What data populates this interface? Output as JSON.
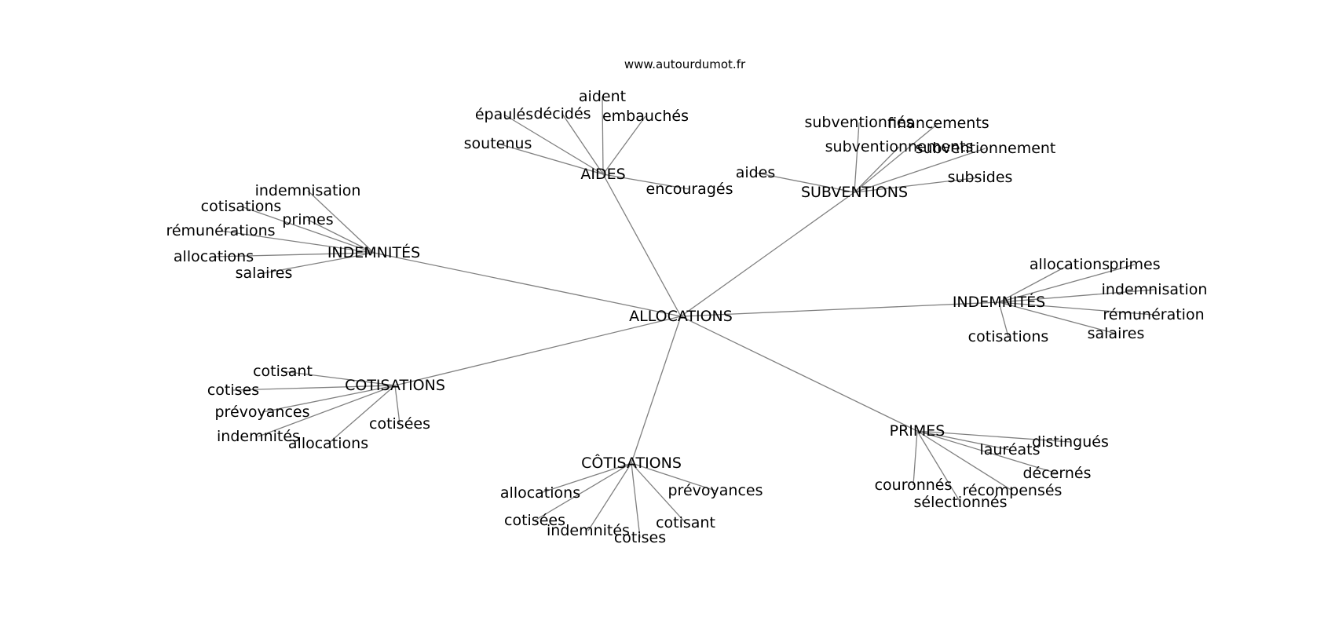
{
  "site": "www.autourdumot.fr",
  "center": "ALLOCATIONS",
  "clusters": [
    {
      "id": "aides",
      "label": "AIDES",
      "words": [
        "aident",
        "épaulés",
        "décidés",
        "embauchés",
        "soutenus",
        "encouragés"
      ]
    },
    {
      "id": "subventions",
      "label": "SUBVENTIONS",
      "words": [
        "subventionnés",
        "financements",
        "subventionnements",
        "subventionnement",
        "aides",
        "subsides"
      ]
    },
    {
      "id": "indemnites-left",
      "label": "INDEMNITÉS",
      "words": [
        "indemnisation",
        "cotisations",
        "primes",
        "rémunérations",
        "allocations",
        "salaires"
      ]
    },
    {
      "id": "indemnites-right",
      "label": "INDEMNITÉS",
      "words": [
        "allocations",
        "primes",
        "indemnisation",
        "rémunération",
        "cotisations",
        "salaires"
      ]
    },
    {
      "id": "cotisations-left",
      "label": "COTISATIONS",
      "words": [
        "cotisant",
        "cotises",
        "prévoyances",
        "indemnités",
        "allocations",
        "cotisées"
      ]
    },
    {
      "id": "cotisations-bottom",
      "label": "CÔTISATIONS",
      "words": [
        "allocations",
        "prévoyances",
        "cotisées",
        "indemnités",
        "cotises",
        "cotisant"
      ]
    },
    {
      "id": "primes",
      "label": "PRIMES",
      "words": [
        "distingués",
        "lauréats",
        "décernés",
        "couronnés",
        "récompensés",
        "sélectionnés"
      ]
    }
  ]
}
